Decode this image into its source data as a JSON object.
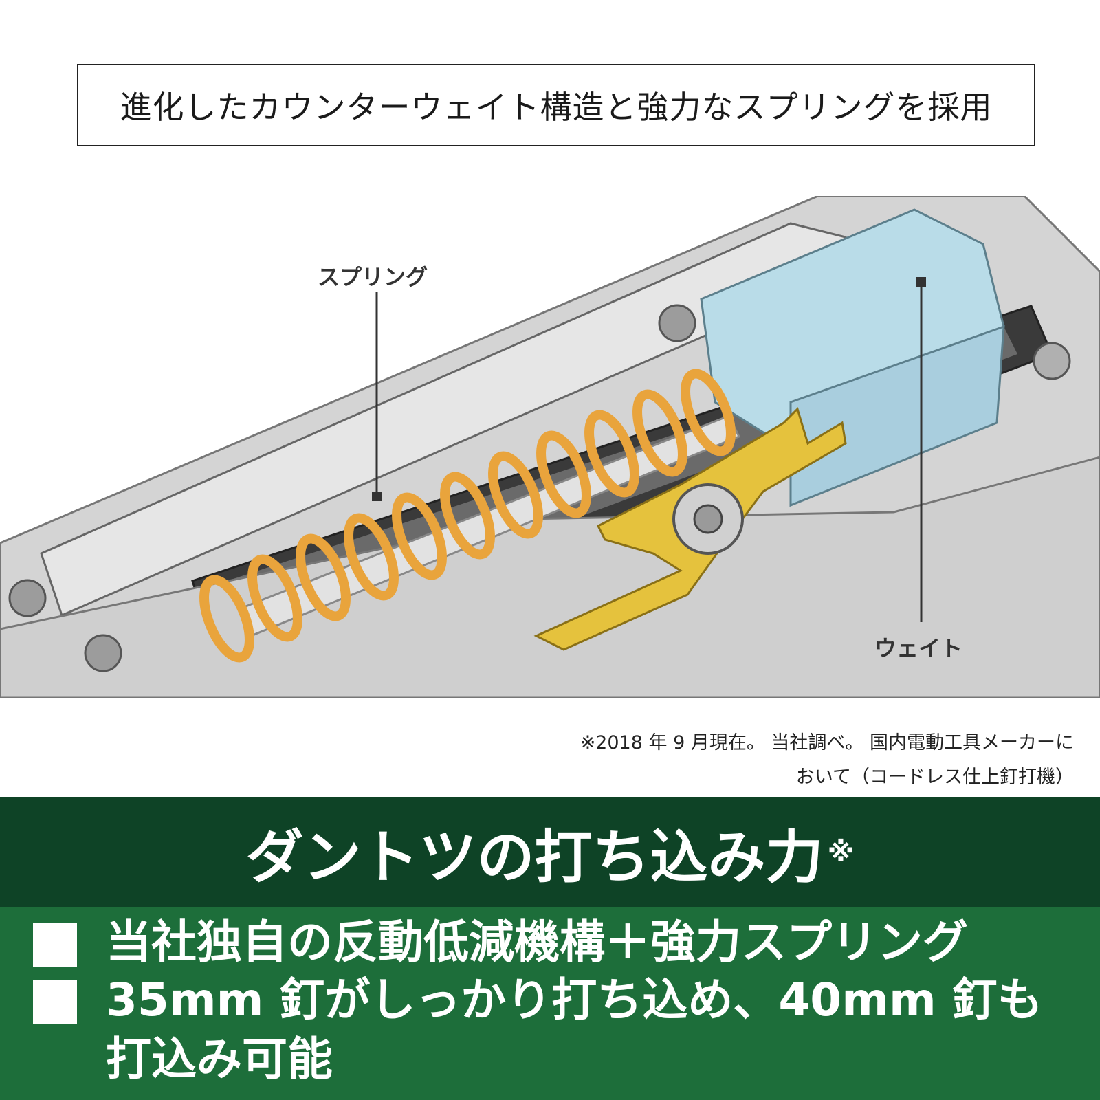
{
  "header": {
    "title": "進化したカウンターウェイト構造と強力なスプリングを採用"
  },
  "illustration": {
    "labels": {
      "spring": "スプリング",
      "weight": "ウェイト"
    },
    "colors": {
      "spring": "#e9a43c",
      "weight": "#b9dce8",
      "lever": "#e5c23d",
      "frame": "#c9c9c9"
    }
  },
  "footnote": {
    "line1": "※2018 年 9 月現在。 当社調べ。 国内電動工具メーカーに",
    "line2": "おいて（コードレス仕上釘打機）"
  },
  "headline": {
    "text": "ダントツの打ち込み力",
    "mark": "※"
  },
  "features": [
    "当社独自の反動低減機構＋強力スプリング",
    "35mm 釘がしっかり打ち込め、40mm 釘も打込み可能"
  ],
  "colors": {
    "dark_green": "#0e4326",
    "green": "#1d6e3a"
  }
}
